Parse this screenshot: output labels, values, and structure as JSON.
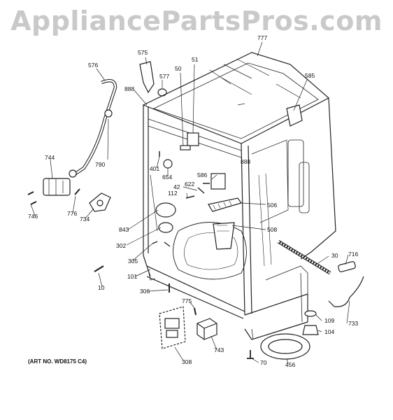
{
  "watermark": "AppliancePartsPros.com",
  "art_number": "(ART NO. WD8175 C4)",
  "parts": [
    "777",
    "585",
    "575",
    "51",
    "577",
    "50",
    "576",
    "888",
    "888",
    "790",
    "401",
    "654",
    "586",
    "744",
    "622",
    "42",
    "112",
    "506",
    "746",
    "776",
    "734",
    "843",
    "508",
    "302",
    "716",
    "30",
    "305",
    "101",
    "10",
    "306",
    "775",
    "109",
    "104",
    "733",
    "743",
    "70",
    "456",
    "308"
  ]
}
